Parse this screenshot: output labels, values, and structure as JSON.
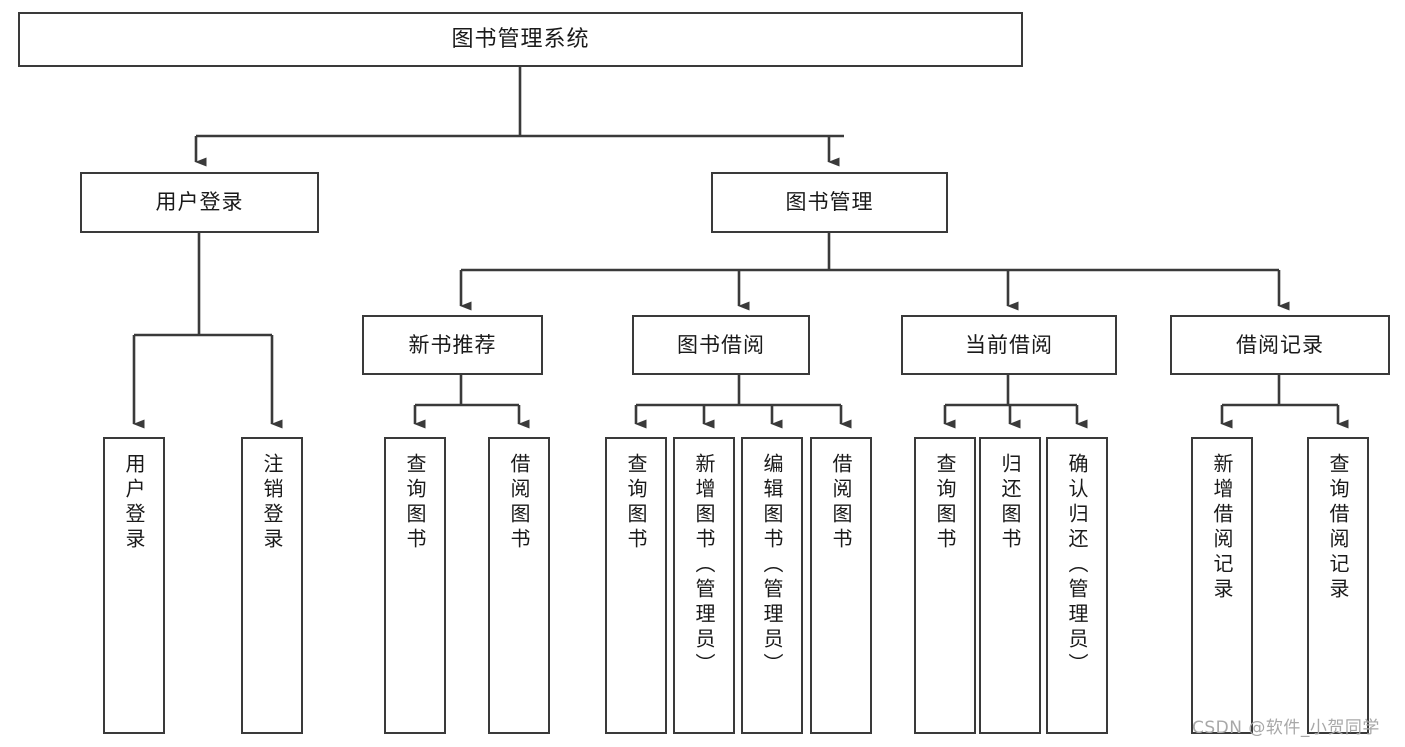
{
  "diagram": {
    "type": "tree-hierarchy",
    "title": "图书管理系统",
    "root": {
      "label": "图书管理系统"
    },
    "level2": [
      {
        "label": "用户登录"
      },
      {
        "label": "图书管理"
      }
    ],
    "level3": [
      {
        "label": "新书推荐"
      },
      {
        "label": "图书借阅"
      },
      {
        "label": "当前借阅"
      },
      {
        "label": "借阅记录"
      }
    ],
    "leaves": {
      "user_login": [
        {
          "label": "用户登录"
        },
        {
          "label": "注销登录"
        }
      ],
      "new_book_recommend": [
        {
          "label": "查询图书"
        },
        {
          "label": "借阅图书"
        }
      ],
      "book_borrow": [
        {
          "label": "查询图书"
        },
        {
          "label": "新增图书（管理员）"
        },
        {
          "label": "编辑图书（管理员）"
        },
        {
          "label": "借阅图书"
        }
      ],
      "current_borrow": [
        {
          "label": "查询图书"
        },
        {
          "label": "归还图书"
        },
        {
          "label": "确认归还（管理员）"
        }
      ],
      "borrow_record": [
        {
          "label": "新增借阅记录"
        },
        {
          "label": "查询借阅记录"
        }
      ]
    }
  },
  "watermark": {
    "text": "CSDN @软件_小贺同学"
  },
  "colors": {
    "stroke": "#3a3a3a",
    "box_fill": "#ffffff",
    "text": "#1a1a1a",
    "watermark": "#a8a8a8"
  }
}
